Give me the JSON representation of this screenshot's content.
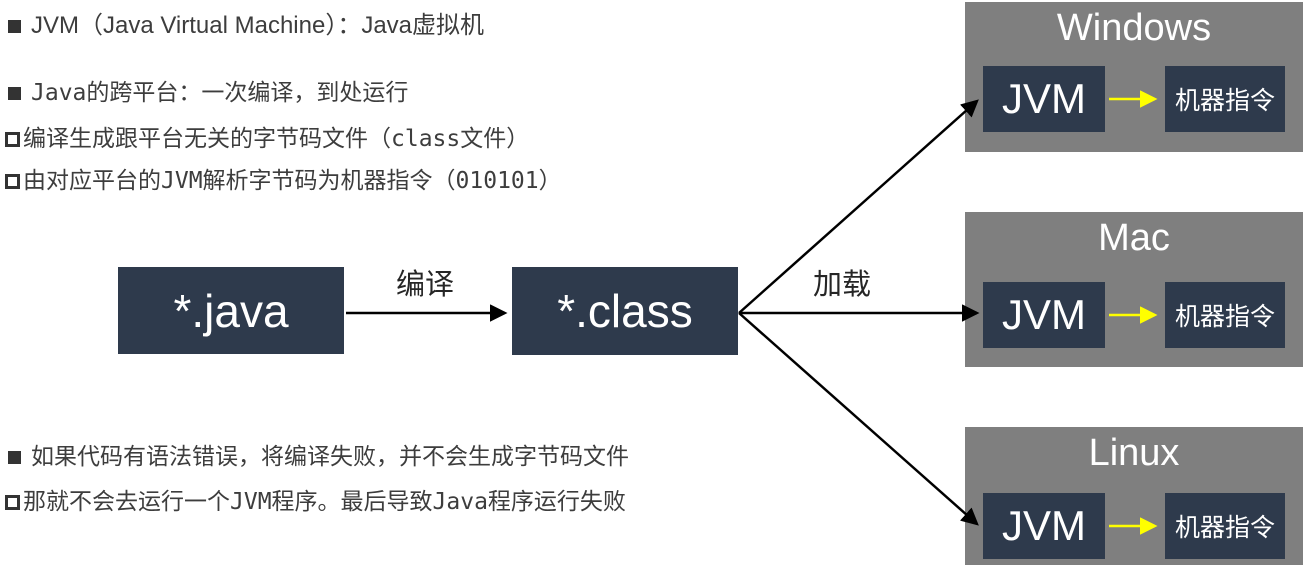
{
  "bullets_top": [
    {
      "marker": "filled",
      "text": "JVM（Java Virtual Machine）：Java虚拟机"
    },
    {
      "marker": "filled",
      "text": "Java的跨平台：一次编译，到处运行"
    },
    {
      "marker": "hollow",
      "text": "编译生成跟平台无关的字节码文件（class文件）"
    },
    {
      "marker": "hollow",
      "text": "由对应平台的JVM解析字节码为机器指令（010101）"
    }
  ],
  "bullets_bottom": [
    {
      "marker": "filled",
      "text": "如果代码有语法错误，将编译失败，并不会生成字节码文件"
    },
    {
      "marker": "hollow",
      "text": "那就不会去运行一个JVM程序。最后导致Java程序运行失败"
    }
  ],
  "flow": {
    "source_box": "*.java",
    "bytecode_box": "*.class",
    "compile_label": "编译",
    "load_label": "加载"
  },
  "platforms": [
    {
      "title": "Windows",
      "jvm_label": "JVM",
      "instruction_label": "机器指令"
    },
    {
      "title": "Mac",
      "jvm_label": "JVM",
      "instruction_label": "机器指令"
    },
    {
      "title": "Linux",
      "jvm_label": "JVM",
      "instruction_label": "机器指令"
    }
  ],
  "colors": {
    "box_dark": "#2e3a4c",
    "panel_gray": "#7f7f7f",
    "arrow_yellow": "#ffff00",
    "arrow_black": "#000000",
    "text_gray": "#3d3d3d",
    "background": "#ffffff"
  }
}
